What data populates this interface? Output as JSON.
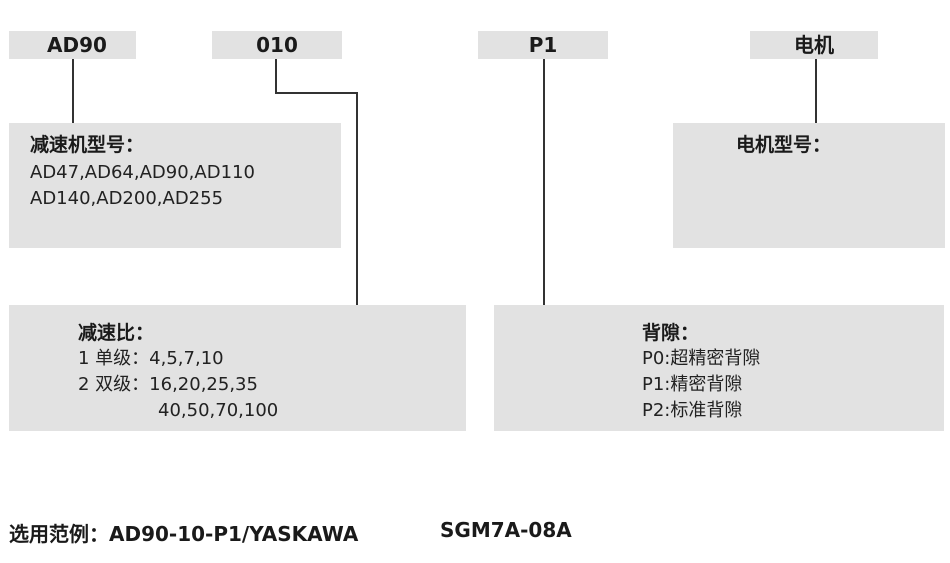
{
  "labels": {
    "model": "AD90",
    "ratio": "010",
    "backlash": "P1",
    "motor": "电机"
  },
  "reducer_model": {
    "title": "减速机型号：",
    "line1": "AD47,AD64,AD90,AD110",
    "line2": "AD140,AD200,AD255"
  },
  "motor_model": {
    "title": "电机型号："
  },
  "ratio": {
    "title": "减速比：",
    "single": "1 单级：4,5,7,10",
    "double": "2 双级：16,20,25,35",
    "double_cont": "40,50,70,100"
  },
  "backlash": {
    "title": "背隙：",
    "p0": "P0:超精密背隙",
    "p1": "P1:精密背隙",
    "p2": "P2:标准背隙"
  },
  "example": {
    "prefix": "选用范例：AD90-10-P1/YASKAWA",
    "motor_code": "SGM7A-08A"
  }
}
